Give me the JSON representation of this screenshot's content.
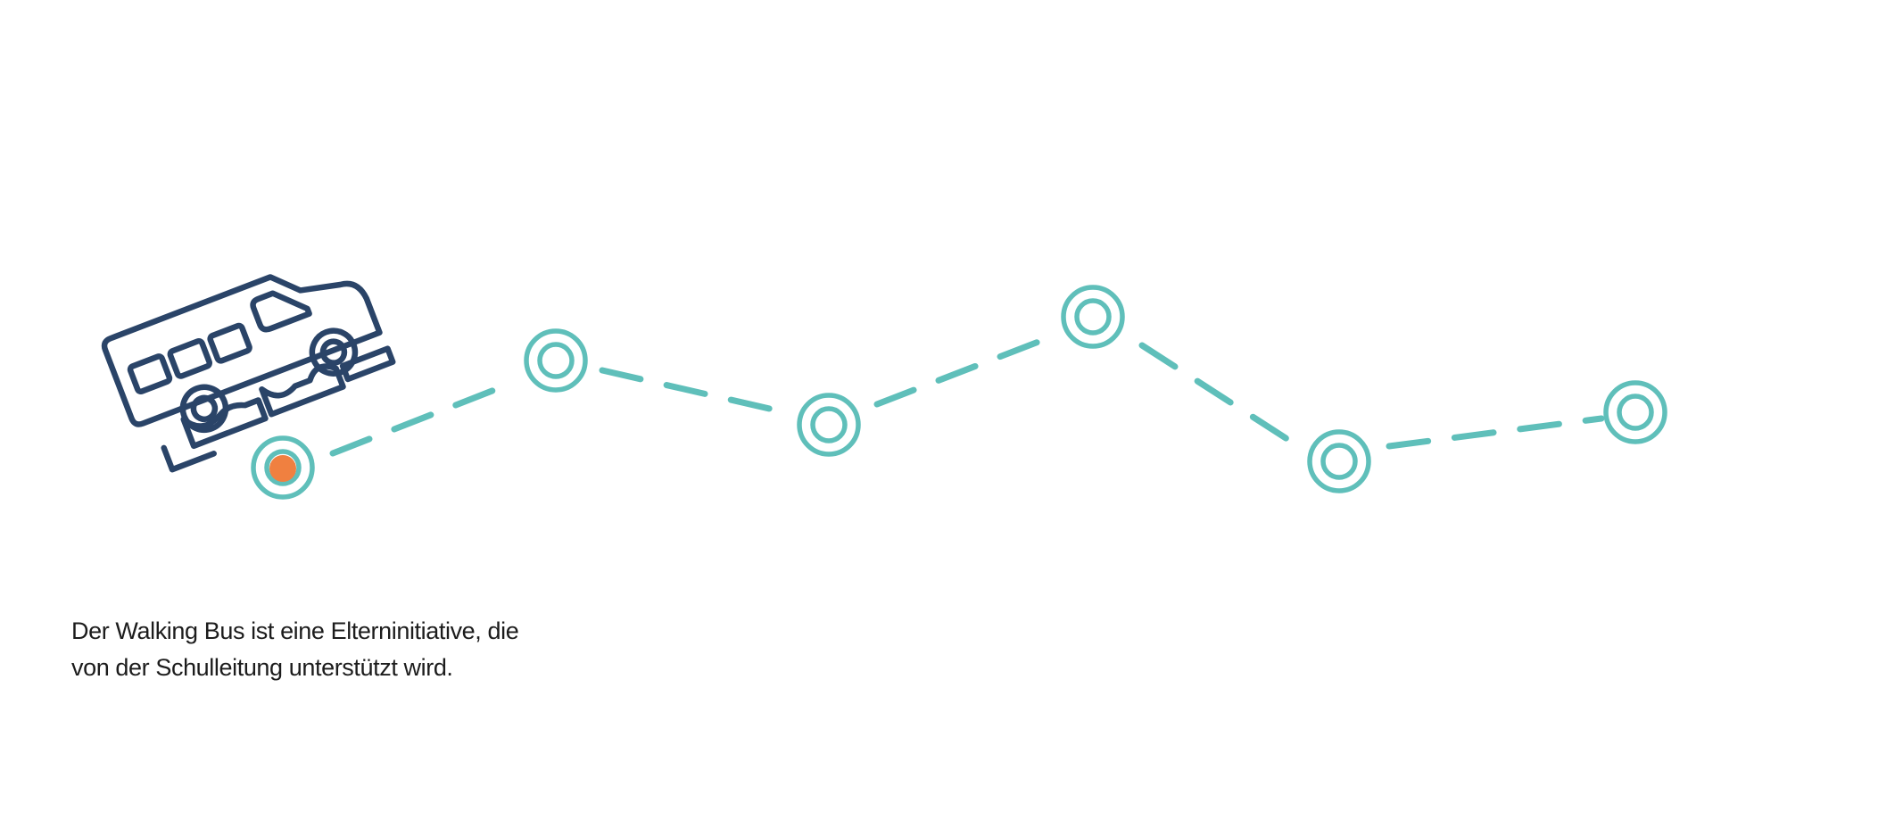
{
  "caption": {
    "line1": "Der Walking Bus ist eine Elterninitiative, die",
    "line2": "von der Schulleitung unterstützt wird."
  },
  "route": {
    "stops": 6,
    "current_stop_index": 0
  },
  "icons": {
    "vehicle": "bus-icon",
    "stop": "stop-ring-icon",
    "current": "current-position-dot"
  },
  "colors": {
    "route": "#5fbfba",
    "bus": "#2a4468",
    "current_position": "#f08040",
    "text": "#1c1c1c",
    "background": "#ffffff"
  }
}
